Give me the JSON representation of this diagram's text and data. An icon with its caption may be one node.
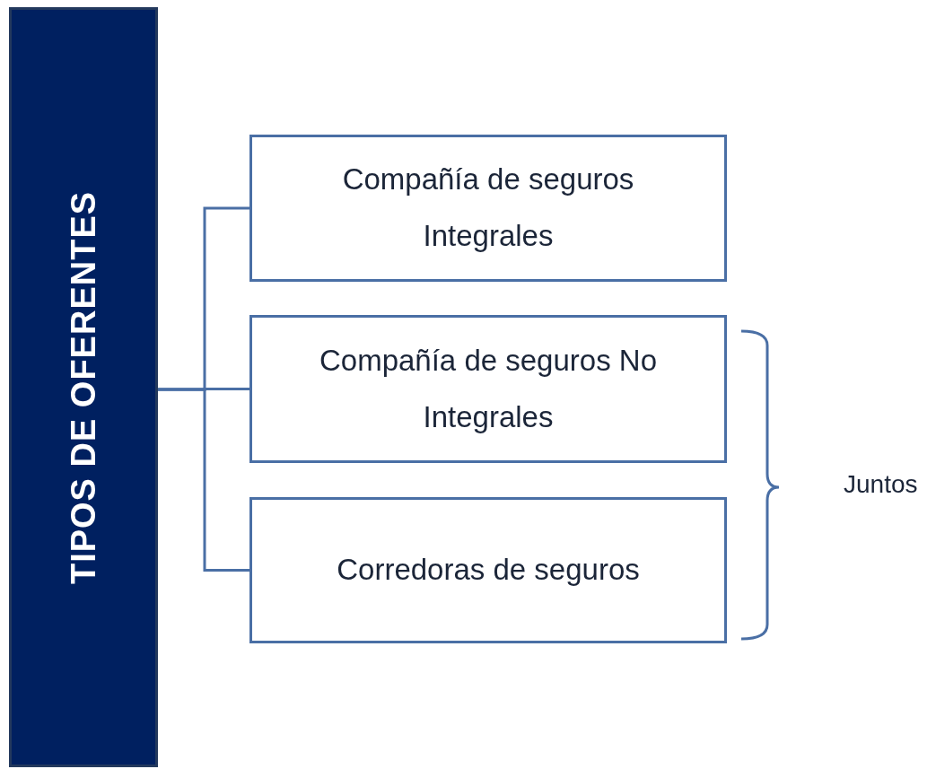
{
  "diagram": {
    "nodes": [
      {
        "text": [
          "TIPOS DE OFERENTES"
        ]
      },
      {
        "text": [
          "Compañía de seguros Integrales"
        ]
      },
      {
        "text": [
          "Compañía de seguros No Integrales"
        ]
      },
      {
        "text": [
          "Corredoras de seguros"
        ]
      }
    ],
    "edges": [
      {
        "from": 0,
        "to": 1,
        "arrow": "none"
      },
      {
        "from": 0,
        "to": 2,
        "arrow": "none"
      },
      {
        "from": 0,
        "to": 3,
        "arrow": "none"
      }
    ],
    "labels": [
      "Juntos"
    ]
  }
}
